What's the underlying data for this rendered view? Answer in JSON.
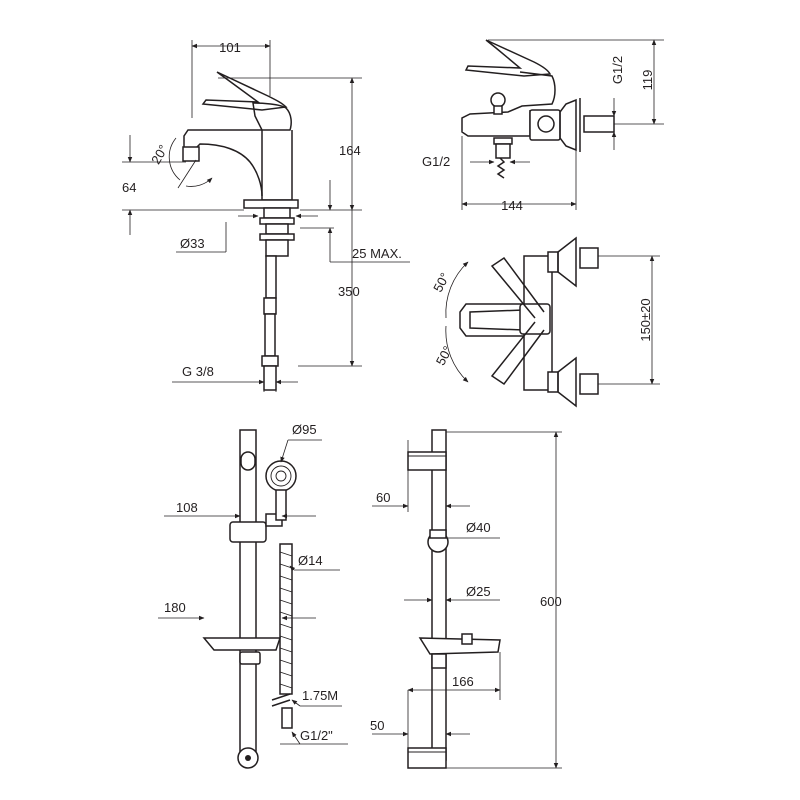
{
  "basin_mixer": {
    "dim_101": "101",
    "dim_164": "164",
    "dim_20deg": "20°",
    "dim_64": "64",
    "dim_33": "Ø33",
    "dim_25max": "25 MAX.",
    "dim_350": "350",
    "dim_g38": "G 3/8"
  },
  "bath_mixer": {
    "dim_119": "119",
    "dim_g12_top": "G1/2",
    "dim_g12_left": "G1/2",
    "dim_144": "144",
    "dim_50_top": "50°",
    "dim_50_bottom": "50°",
    "dim_150": "150±20"
  },
  "shower_set": {
    "dim_95": "Ø95",
    "dim_108": "108",
    "dim_14": "Ø14",
    "dim_180": "180",
    "dim_175m": "1.75M",
    "dim_g12": "G1/2\"",
    "dim_60": "60",
    "dim_40": "Ø40",
    "dim_25": "Ø25",
    "dim_600": "600",
    "dim_166": "166",
    "dim_50": "50"
  }
}
